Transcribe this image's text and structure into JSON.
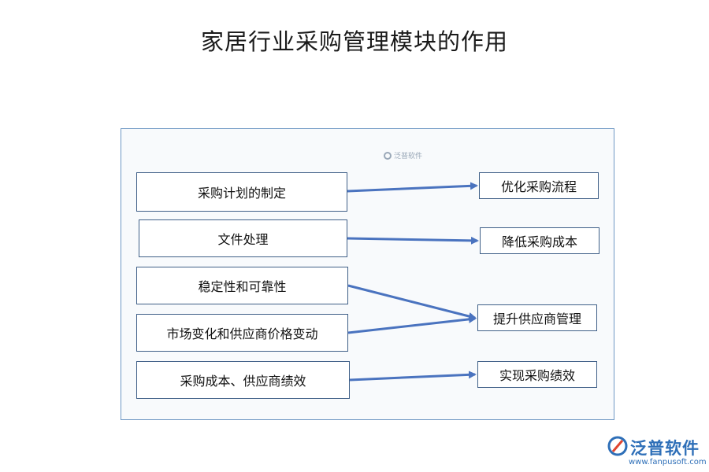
{
  "title": "家居行业采购管理模块的作用",
  "left_items": [
    "采购计划的制定",
    "文件处理",
    "稳定性和可靠性",
    "市场变化和供应商价格变动",
    "采购成本、供应商绩效"
  ],
  "right_items": [
    "优化采购流程",
    "降低采购成本",
    "提升供应商管理",
    "实现采购绩效"
  ],
  "connections": [
    {
      "from": "采购计划的制定",
      "to": "优化采购流程"
    },
    {
      "from": "文件处理",
      "to": "降低采购成本"
    },
    {
      "from": "稳定性和可靠性",
      "to": "提升供应商管理"
    },
    {
      "from": "市场变化和供应商价格变动",
      "to": "提升供应商管理"
    },
    {
      "from": "采购成本、供应商绩效",
      "to": "实现采购绩效"
    }
  ],
  "colors": {
    "arrow": "#4a73bf",
    "box_border": "#3f5f87",
    "panel_border": "#6f98c4",
    "brand": "#2e6fb8"
  },
  "watermark": {
    "small_text": "泛普软件"
  },
  "logo": {
    "name": "泛普软件",
    "url": "www.fanpusoft.com"
  }
}
